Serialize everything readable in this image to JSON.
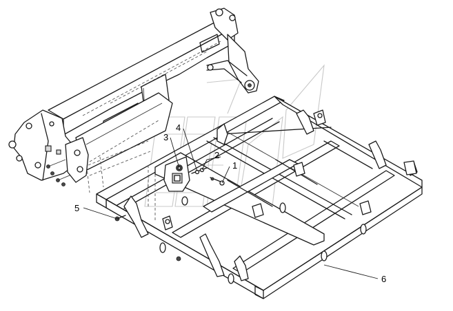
{
  "callouts": [
    {
      "id": "1",
      "label": "1"
    },
    {
      "id": "2",
      "label": "2"
    },
    {
      "id": "3",
      "label": "3"
    },
    {
      "id": "4",
      "label": "4"
    },
    {
      "id": "5",
      "label": "5"
    },
    {
      "id": "6",
      "label": "6"
    }
  ],
  "colors": {
    "line": "#1a1a1a",
    "watermark": "#c8c8c8",
    "background": "#ffffff"
  }
}
